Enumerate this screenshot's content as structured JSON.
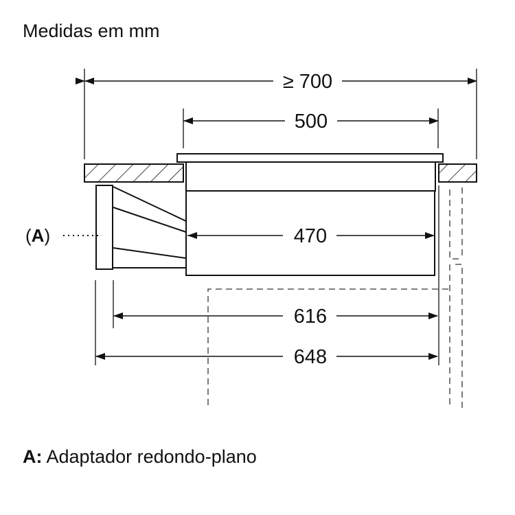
{
  "title": "Medidas em mm",
  "dimensions": {
    "overall_width": "≥ 700",
    "top_width": "500",
    "body_width": "470",
    "depth_without_adapter": "616",
    "depth_with_adapter": "648"
  },
  "callout": {
    "label_prefix": "(",
    "label": "A",
    "label_suffix": ")"
  },
  "legend": {
    "key": "A:",
    "text": "Adaptador redondo-plano"
  }
}
